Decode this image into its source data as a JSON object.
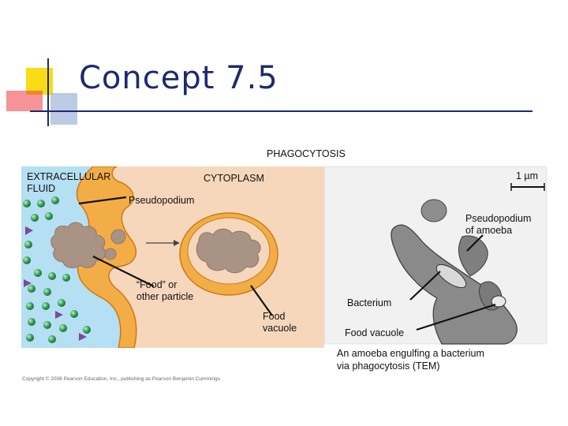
{
  "slide": {
    "title": "Concept 7.5"
  },
  "figure": {
    "title": "PHAGOCYTOSIS",
    "labels": {
      "extracellular": "EXTRACELLULAR\nFLUID",
      "cytoplasm": "CYTOPLASM",
      "pseudopodium": "Pseudopodium",
      "food_particle": "“Food” or\nother particle",
      "food_vacuole": "Food\nvacuole",
      "scale_bar": "1 µm",
      "pseudopodium_amoeba": "Pseudopodium\nof amoeba",
      "bacterium": "Bacterium",
      "food_vacuole_tem": "Food vacuole"
    },
    "caption": "An amoeba engulfing a bacterium\nvia phagocytosis (TEM)",
    "copyright": "Copyright © 2008 Pearson Education, Inc., publishing as Pearson Benjamin Cummings."
  },
  "colors": {
    "title": "#1c2a6e",
    "extracellular": "#b5dff2",
    "cytoplasm": "#f7d7bb",
    "membrane": "#f3ad47",
    "membrane_edge": "#c97a16",
    "particle": "#a99384",
    "molecule_green": "#2f9b52",
    "molecule_purple": "#7a4a9e",
    "logo_yellow": "#f7dc16",
    "logo_red": "#ee3a45",
    "logo_blue": "#9fb3dc"
  }
}
